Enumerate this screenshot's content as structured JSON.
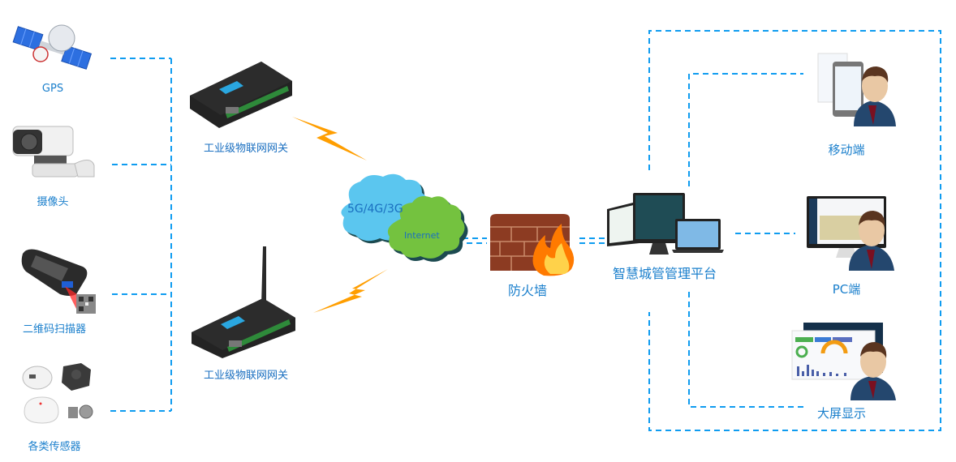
{
  "colors": {
    "connector": "#0f9cf0",
    "label": "#1a7fcc",
    "lightning": "#ff9e00",
    "cloud_mobile": "#5bc6ef",
    "cloud_internet": "#74c23f",
    "cloud_shadow": "#1c4a50",
    "brick": "#8c3b22",
    "flame": "#ff7a00"
  },
  "devices": [
    {
      "id": "gps",
      "label": "GPS",
      "icon": "satellite-icon"
    },
    {
      "id": "camera",
      "label": "摄像头",
      "icon": "camera-icon"
    },
    {
      "id": "scanner",
      "label": "二维码扫描器",
      "icon": "qr-scanner-icon"
    },
    {
      "id": "sensors",
      "label": "各类传感器",
      "icon": "sensor-icon"
    }
  ],
  "gateways": [
    {
      "id": "gateway-top",
      "label": "工业级物联网网关",
      "icon": "gateway-icon"
    },
    {
      "id": "gateway-bottom",
      "label": "工业级物联网网关",
      "icon": "gateway-antenna-icon"
    }
  ],
  "network": {
    "mobile_cloud_label": "5G/4G/3G",
    "internet_cloud_label": "Internet"
  },
  "firewall": {
    "label": "防火墙",
    "icon": "firewall-icon"
  },
  "platform": {
    "label": "智慧城管管理平台",
    "icon": "monitors-icon"
  },
  "clients": [
    {
      "id": "mobile",
      "label": "移动端",
      "icon": "mobile-user-icon"
    },
    {
      "id": "pc",
      "label": "PC端",
      "icon": "pc-user-icon"
    },
    {
      "id": "bigscreen",
      "label": "大屏显示",
      "icon": "big-screen-user-icon"
    }
  ]
}
